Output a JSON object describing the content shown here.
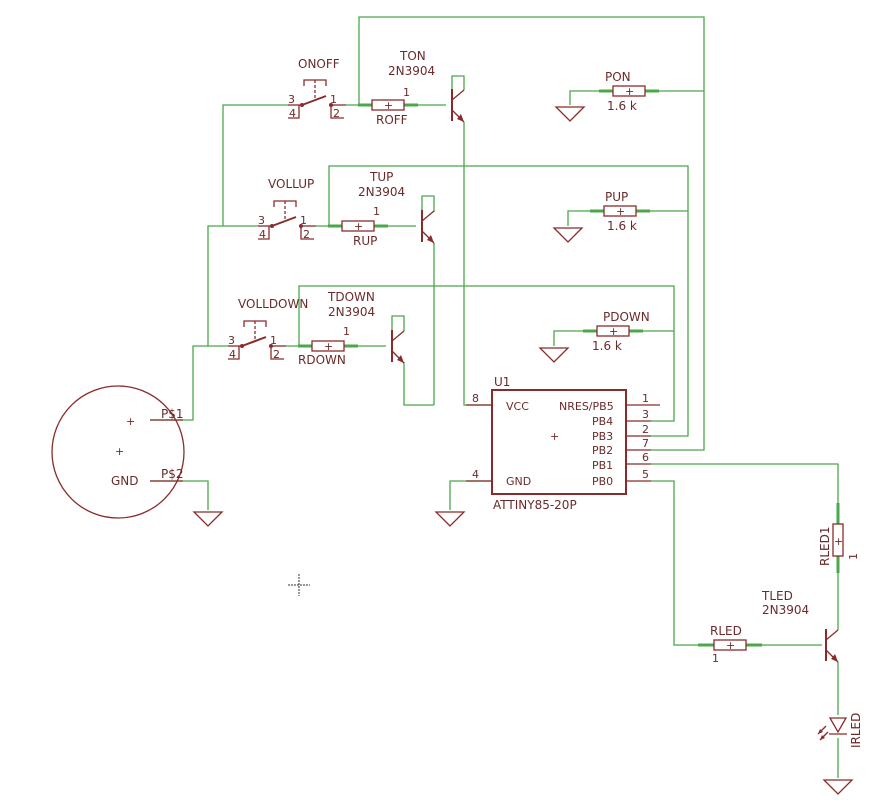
{
  "switches": [
    {
      "name": "ONOFF",
      "pins": [
        "3",
        "4",
        "1",
        "2"
      ]
    },
    {
      "name": "VOLLUP",
      "pins": [
        "3",
        "4",
        "1",
        "2"
      ]
    },
    {
      "name": "VOLLDOWN",
      "pins": [
        "3",
        "4",
        "1",
        "2"
      ]
    }
  ],
  "resistors": [
    {
      "name": "ROFF",
      "pin": "1"
    },
    {
      "name": "RUP",
      "pin": "1"
    },
    {
      "name": "RDOWN",
      "pin": "1"
    },
    {
      "name": "RLED",
      "pin": "1"
    },
    {
      "name": "RLED1",
      "pin": "1"
    }
  ],
  "pulldowns": [
    {
      "name": "PON",
      "value": "1.6 k"
    },
    {
      "name": "PUP",
      "value": "1.6 k"
    },
    {
      "name": "PDOWN",
      "value": "1.6 k"
    }
  ],
  "transistors": [
    {
      "name": "TON",
      "part": "2N3904"
    },
    {
      "name": "TUP",
      "part": "2N3904"
    },
    {
      "name": "TDOWN",
      "part": "2N3904"
    },
    {
      "name": "TLED",
      "part": "2N3904"
    }
  ],
  "battery": {
    "pin1": "P$1",
    "pin2": "P$2",
    "gnd_label": "GND"
  },
  "chip": {
    "name": "U1",
    "part": "ATTINY85-20P",
    "left_pins": [
      {
        "num": "8",
        "label": "VCC"
      },
      {
        "num": "4",
        "label": "GND"
      }
    ],
    "right_pins": [
      {
        "num": "1",
        "label": "NRES/PB5"
      },
      {
        "num": "3",
        "label": "PB4"
      },
      {
        "num": "2",
        "label": "PB3"
      },
      {
        "num": "7",
        "label": "PB2"
      },
      {
        "num": "6",
        "label": "PB1"
      },
      {
        "num": "5",
        "label": "PB0"
      }
    ]
  },
  "led": {
    "name": "IRLED"
  }
}
